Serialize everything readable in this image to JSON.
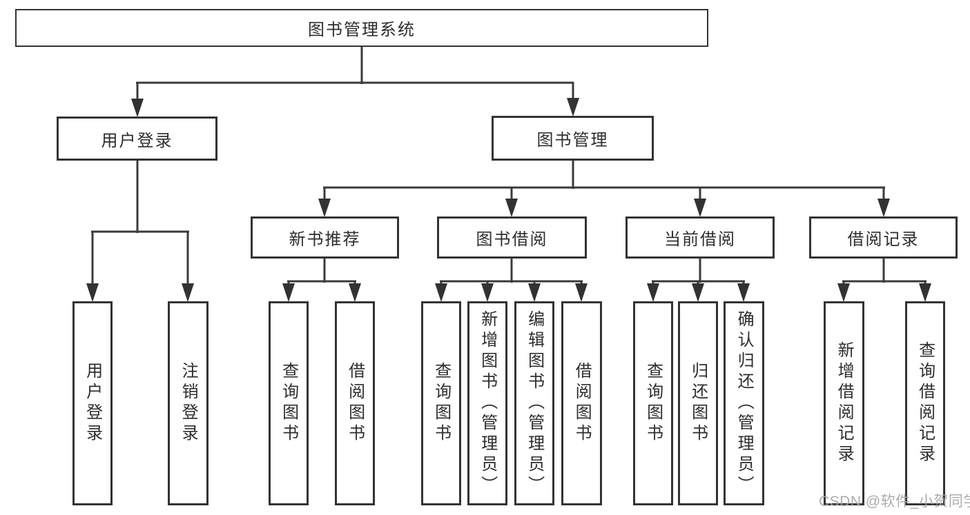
{
  "colors": {
    "line": "#3a3a3a",
    "box_border": "#333333",
    "text": "#2d2d2d",
    "watermark": "#a6a6a6",
    "background": "#ffffff"
  },
  "tree": {
    "label": "图书管理系统",
    "children": [
      {
        "label": "用户登录",
        "children": [
          {
            "label": "用户登录"
          },
          {
            "label": "注销登录"
          }
        ]
      },
      {
        "label": "图书管理",
        "children": [
          {
            "label": "新书推荐",
            "children": [
              {
                "label": "查询图书"
              },
              {
                "label": "借阅图书"
              }
            ]
          },
          {
            "label": "图书借阅",
            "children": [
              {
                "label": "查询图书"
              },
              {
                "label": "新增图书（管理员）"
              },
              {
                "label": "编辑图书（管理员）"
              },
              {
                "label": "借阅图书"
              }
            ]
          },
          {
            "label": "当前借阅",
            "children": [
              {
                "label": "查询图书"
              },
              {
                "label": "归还图书"
              },
              {
                "label": "确认归还（管理员）"
              }
            ]
          },
          {
            "label": "借阅记录",
            "children": [
              {
                "label": "新增借阅记录"
              },
              {
                "label": "查询借阅记录"
              }
            ]
          }
        ]
      }
    ]
  },
  "watermark": {
    "text": "CSDN @软件_小贺同学"
  }
}
